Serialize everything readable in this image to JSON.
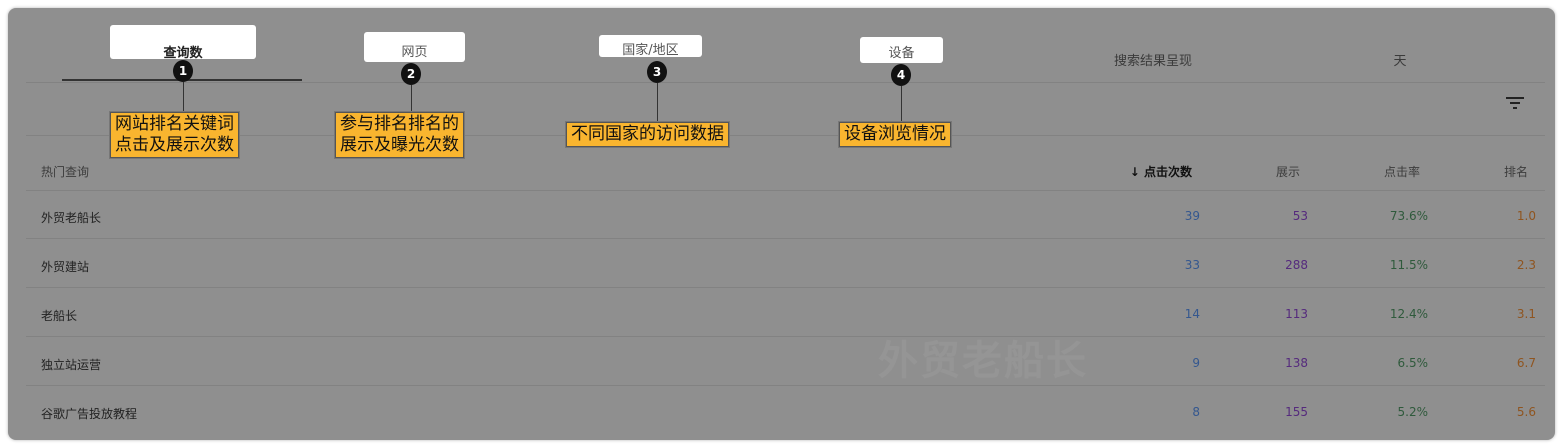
{
  "tabs": [
    {
      "label": "查询数"
    },
    {
      "label": "网页"
    },
    {
      "label": "国家/地区"
    },
    {
      "label": "设备"
    },
    {
      "label": "搜索结果呈现"
    },
    {
      "label": "天"
    }
  ],
  "annotations": [
    {
      "number": "1",
      "lines": [
        "网站排名关键词",
        "点击及展示次数"
      ]
    },
    {
      "number": "2",
      "lines": [
        "参与排名排名的",
        "展示及曝光次数"
      ]
    },
    {
      "number": "3",
      "lines": [
        "不同国家的访问数据"
      ]
    },
    {
      "number": "4",
      "lines": [
        "设备浏览情况"
      ]
    }
  ],
  "table": {
    "headers": {
      "query": "热门查询",
      "clicks": "点击次数",
      "impressions": "展示",
      "ctr": "点击率",
      "position": "排名"
    },
    "rows": [
      {
        "query": "外贸老船长",
        "clicks": "39",
        "impressions": "53",
        "ctr": "73.6%",
        "position": "1.0"
      },
      {
        "query": "外贸建站",
        "clicks": "33",
        "impressions": "288",
        "ctr": "11.5%",
        "position": "2.3"
      },
      {
        "query": "老船长",
        "clicks": "14",
        "impressions": "113",
        "ctr": "12.4%",
        "position": "3.1"
      },
      {
        "query": "独立站运营",
        "clicks": "9",
        "impressions": "138",
        "ctr": "6.5%",
        "position": "6.7"
      },
      {
        "query": "谷歌广告投放教程",
        "clicks": "8",
        "impressions": "155",
        "ctr": "5.2%",
        "position": "5.6"
      }
    ]
  },
  "watermark": "外贸老船长",
  "colors": {
    "clicks": "#34578f",
    "impressions": "#552a7d",
    "ctr": "#2f5a3c",
    "position": "#8f5520",
    "annotation": "#f9b52f"
  }
}
